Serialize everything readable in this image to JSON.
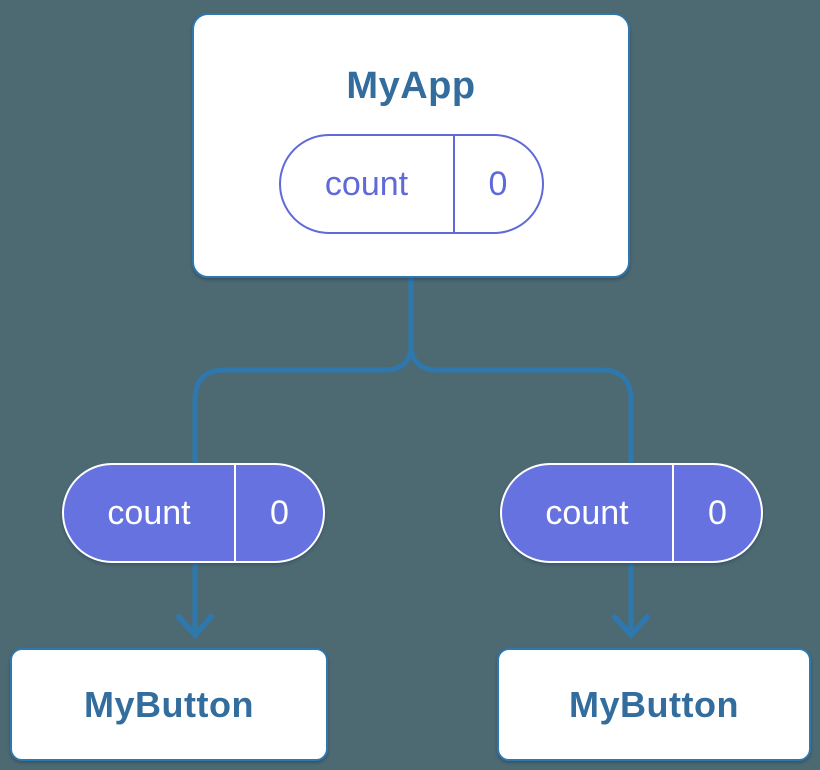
{
  "colors": {
    "background": "#4d6a73",
    "connector_blue": "#2e78ae",
    "card_border_blue": "#2e78ae",
    "card_background": "#ffffff",
    "component_title_text": "#326d9e",
    "state_pill_purple": "#5f6ad8",
    "prop_pill_fill": "#6672e0",
    "prop_pill_text": "#ffffff"
  },
  "root": {
    "title": "MyApp",
    "state": {
      "name": "count",
      "value": "0"
    }
  },
  "children": [
    {
      "title": "MyButton",
      "prop": {
        "name": "count",
        "value": "0"
      }
    },
    {
      "title": "MyButton",
      "prop": {
        "name": "count",
        "value": "0"
      }
    }
  ]
}
